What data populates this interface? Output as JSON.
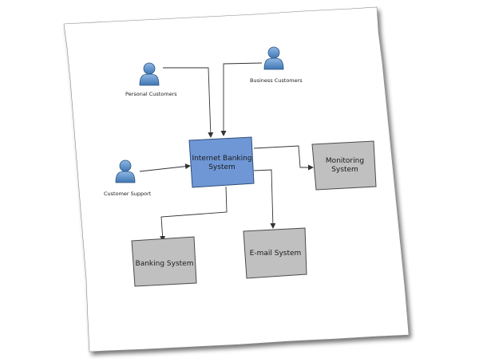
{
  "colors": {
    "paper": "#ffffff",
    "paper_edge_shadow": "#7a7a7a",
    "core_system_fill": "#6f97d6",
    "core_system_stroke": "#2f4f7a",
    "external_system_fill": "#c0c0c0",
    "external_system_stroke": "#4a4a4a",
    "actor_fill": "#5b8fc9",
    "actor_stroke": "#2d5680",
    "connector": "#333333"
  },
  "actors": {
    "personal_customers": {
      "label": "Personal Customers",
      "icon": "person-icon"
    },
    "business_customers": {
      "label": "Business Customers",
      "icon": "person-icon"
    },
    "customer_support": {
      "label": "Customer Support",
      "icon": "person-icon"
    }
  },
  "systems": {
    "internet_banking": {
      "line1": "Internet Banking",
      "line2": "System"
    },
    "monitoring": {
      "line1": "Monitoring",
      "line2": "System"
    },
    "banking": {
      "label": "Banking System"
    },
    "email": {
      "label": "E-mail System"
    }
  }
}
